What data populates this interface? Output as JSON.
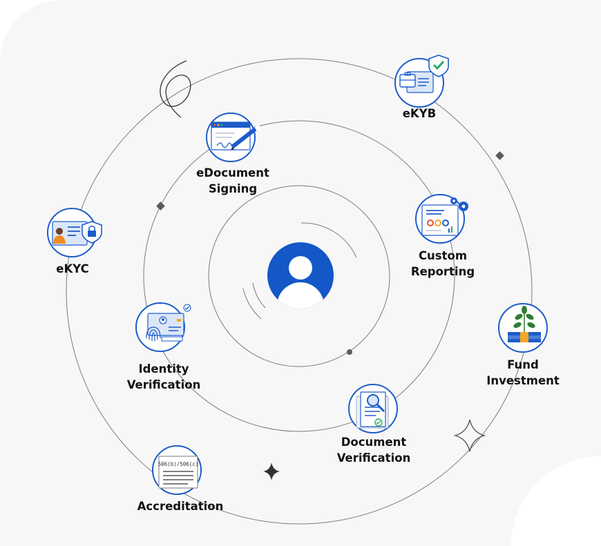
{
  "diagram": {
    "nodes": [
      {
        "id": "ekyb",
        "label_lines": [
          "eKYB"
        ],
        "icon": "briefcase-id-shield-icon"
      },
      {
        "id": "edocument",
        "label_lines": [
          "eDocument",
          "Signing"
        ],
        "icon": "document-pen-icon"
      },
      {
        "id": "ekyc",
        "label_lines": [
          "eKYC"
        ],
        "icon": "id-card-lock-icon"
      },
      {
        "id": "custom-reporting",
        "label_lines": [
          "Custom",
          "Reporting"
        ],
        "icon": "report-gears-icon"
      },
      {
        "id": "fund-investment",
        "label_lines": [
          "Fund",
          "Investment"
        ],
        "icon": "plant-money-icon"
      },
      {
        "id": "identity-verification",
        "label_lines": [
          "Identity",
          "Verification"
        ],
        "icon": "fingerprint-id-icon"
      },
      {
        "id": "document-verification",
        "label_lines": [
          "Document",
          "Verification"
        ],
        "icon": "document-magnifier-icon"
      },
      {
        "id": "accreditation",
        "label_lines": [
          "Accreditation"
        ],
        "icon": "certificate-document-icon",
        "icon_text": "506(b)/506(c)"
      }
    ],
    "colors": {
      "brand_blue": "#1457c6",
      "node_border": "#1d5cc9",
      "orbit_line": "#7a7a7a",
      "label_text": "#121212",
      "accent_green": "#27ae60",
      "accent_orange": "#f5a623"
    },
    "center_icon": "user-avatar-icon"
  }
}
